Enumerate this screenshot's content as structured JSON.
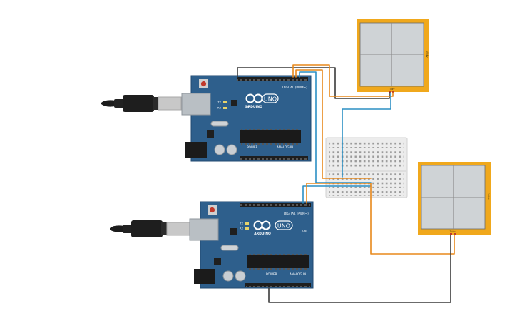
{
  "boards": [
    {
      "logo_text": "UNO",
      "brand_text": "ARDUINO",
      "digital_label": "DIGITAL (PWM~)",
      "power_label": "POWER",
      "analog_label": "ANALOG IN",
      "on_label": "ON",
      "tx_label": "TX",
      "rx_label": "RX",
      "l_label": "L"
    },
    {
      "logo_text": "UNO",
      "brand_text": "ARDUINO",
      "digital_label": "DIGITAL (PWM~)",
      "power_label": "POWER",
      "analog_label": "ANALOG IN",
      "on_label": "ON",
      "tx_label": "TX",
      "rx_label": "RX",
      "l_label": "L"
    }
  ],
  "oscilloscopes": [
    {
      "side_label": "V/div",
      "bottom_label": "T/div"
    },
    {
      "side_label": "V/div",
      "bottom_label": "T/div"
    }
  ],
  "colors": {
    "board": "#2e5f8c",
    "board_edge": "#214a70",
    "scope_frame": "#f0a81c",
    "scope_screen": "#cfd3d6",
    "breadboard": "#ececec",
    "wire_black": "#3a3a3a",
    "wire_orange": "#e8891c",
    "wire_blue": "#2b8fc4"
  }
}
